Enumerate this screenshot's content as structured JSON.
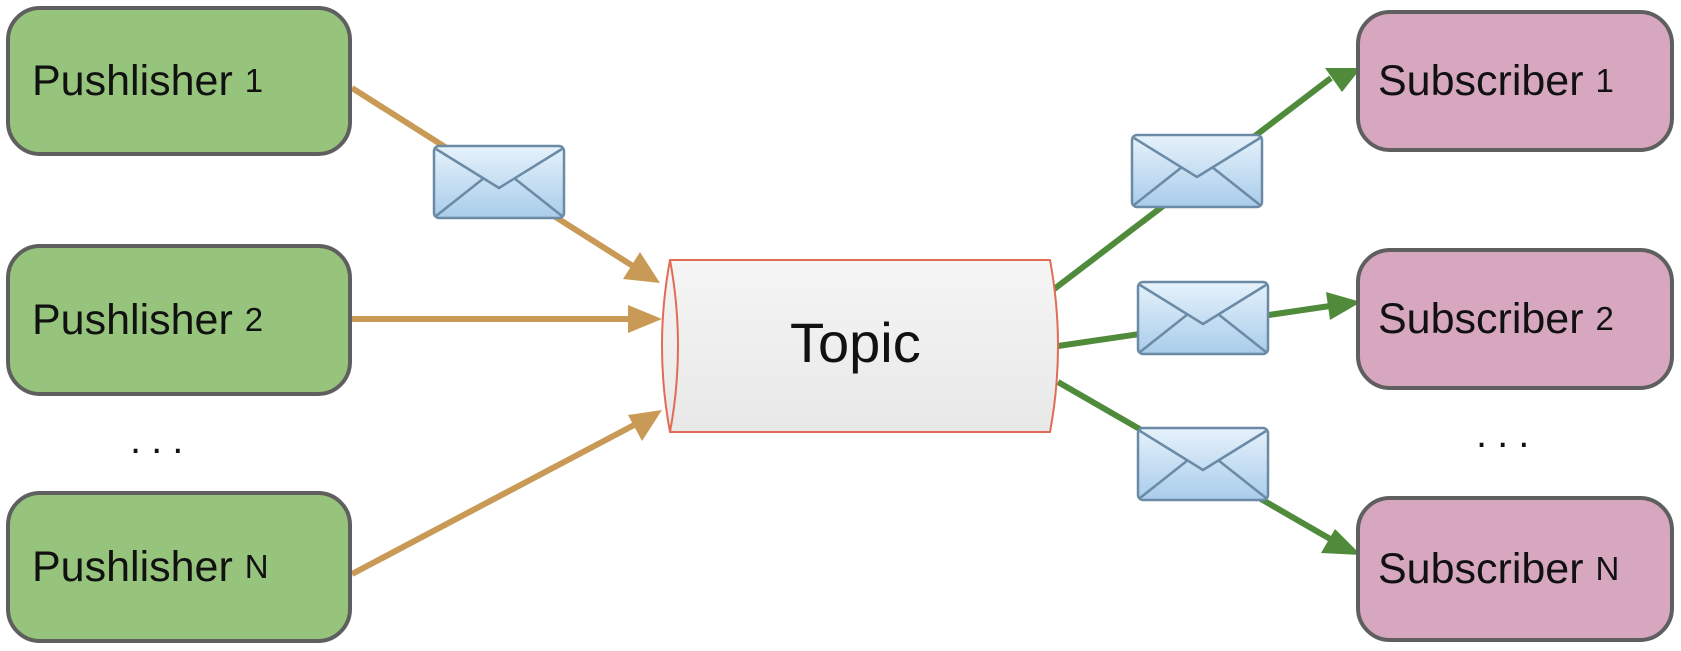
{
  "publishers": [
    {
      "name": "Pushlisher",
      "index": "1"
    },
    {
      "name": "Pushlisher",
      "index": "2"
    },
    {
      "name": "Pushlisher",
      "index": "N"
    }
  ],
  "subscribers": [
    {
      "name": "Subscriber",
      "index": "1"
    },
    {
      "name": "Subscriber",
      "index": "2"
    },
    {
      "name": "Subscriber",
      "index": "N"
    }
  ],
  "ellipsis": "...",
  "topic": "Topic",
  "colors": {
    "publisher_fill": "#97c47c",
    "subscriber_fill": "#d7a7bf",
    "node_border": "#5f5f5f",
    "publisher_arrow": "#c99a55",
    "subscriber_arrow": "#4f8b3b",
    "topic_border": "#e26b55",
    "topic_fill": "#f1f1f1",
    "envelope": "#bfdcf3"
  },
  "icons": [
    "envelope-icon"
  ]
}
